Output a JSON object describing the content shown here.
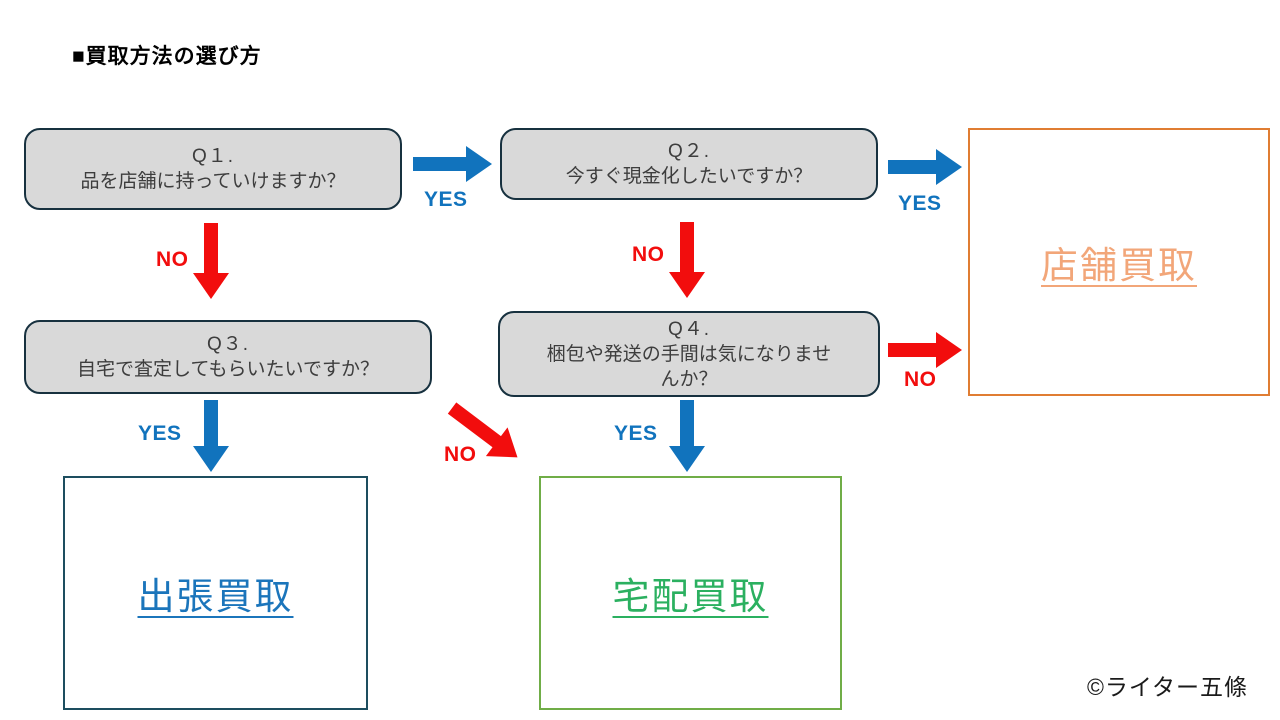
{
  "title": "■買取方法の選び方",
  "credit": "©ライター五條",
  "questions": [
    {
      "id": "q1",
      "heading": "Q１.",
      "text": "品を店舗に持っていけますか？"
    },
    {
      "id": "q2",
      "heading": "Q２.",
      "text": "今すぐ現金化したいですか？"
    },
    {
      "id": "q3",
      "heading": "Q３.",
      "text": "自宅で査定してもらいたいですか？"
    },
    {
      "id": "q4",
      "heading": "Q４.",
      "text": "梱包や発送の手間は気になりませんか？"
    }
  ],
  "results": [
    {
      "id": "store",
      "label": "店舗買取"
    },
    {
      "id": "onsite",
      "label": "出張買取"
    },
    {
      "id": "delivery",
      "label": "宅配買取"
    }
  ],
  "edges": {
    "q1_yes": "YES",
    "q1_no": "NO",
    "q2_yes": "YES",
    "q2_no": "NO",
    "q3_yes": "YES",
    "q3_no": "NO",
    "q4_yes": "YES",
    "q4_no": "NO"
  },
  "colors": {
    "yes_blue": "#1173bd",
    "no_red": "#f20d0d",
    "box_fill": "#d9d9d9",
    "box_border": "#17313f",
    "text_dark": "#3d3d3d",
    "store_border": "#e07d33",
    "store_text": "#f2a679",
    "onsite_border": "#1d4e5f",
    "onsite_text": "#1b75bb",
    "delivery_border": "#70ad47",
    "delivery_text": "#2bb060"
  }
}
